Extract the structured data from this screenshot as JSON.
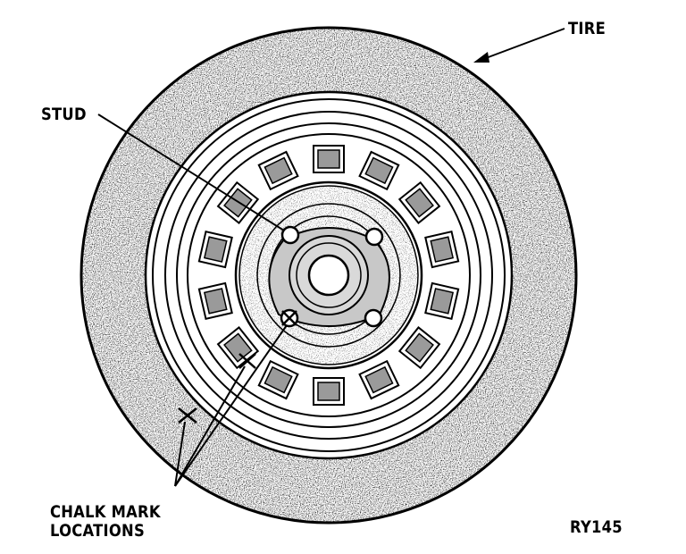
{
  "labels": {
    "tire": "TIRE",
    "stud": "STUD",
    "chalk_line1": "CHALK MARK",
    "chalk_line2": "LOCATIONS",
    "ref": "RY145"
  },
  "colors": {
    "ink": "#000000",
    "tire_fill": "#6b6b6b",
    "shade_fill": "#9a9a9a",
    "paper": "#ffffff"
  },
  "wheel": {
    "stud_count": 4,
    "vent_hole_count": 14
  }
}
